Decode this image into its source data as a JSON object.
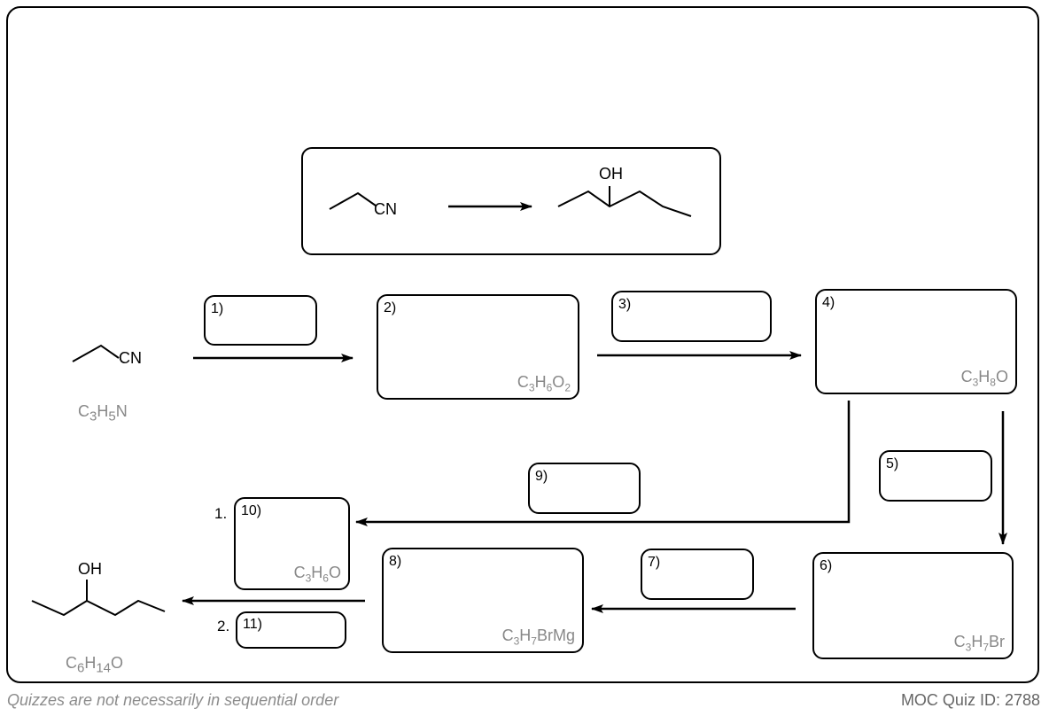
{
  "overview": {
    "reactant_group": "CN",
    "product_group": "OH"
  },
  "start": {
    "group": "CN",
    "formula": {
      "c": "3",
      "h": "5",
      "tail": "N"
    }
  },
  "final": {
    "group": "OH",
    "formula": {
      "c": "6",
      "h": "14",
      "tail": "O"
    }
  },
  "boxes": {
    "b1": {
      "num": "1)"
    },
    "b2": {
      "num": "2)",
      "formula_html": "C<sub>3</sub>H<sub>6</sub>O<sub>2</sub>"
    },
    "b3": {
      "num": "3)"
    },
    "b4": {
      "num": "4)",
      "formula_html": "C<sub>3</sub>H<sub>8</sub>O"
    },
    "b5": {
      "num": "5)"
    },
    "b6": {
      "num": "6)",
      "formula_html": "C<sub>3</sub>H<sub>7</sub>Br"
    },
    "b7": {
      "num": "7)"
    },
    "b8": {
      "num": "8)",
      "formula_html": "C<sub>3</sub>H<sub>7</sub>BrMg"
    },
    "b9": {
      "num": "9)"
    },
    "b10": {
      "num": "10)",
      "formula_html": "C<sub>3</sub>H<sub>6</sub>O"
    },
    "b11": {
      "num": "11)"
    }
  },
  "step_labels": {
    "first": "1.",
    "second": "2."
  },
  "footer": {
    "note": "Quizzes are not necessarily in sequential order",
    "quiz_id": "MOC Quiz ID: 2788"
  }
}
